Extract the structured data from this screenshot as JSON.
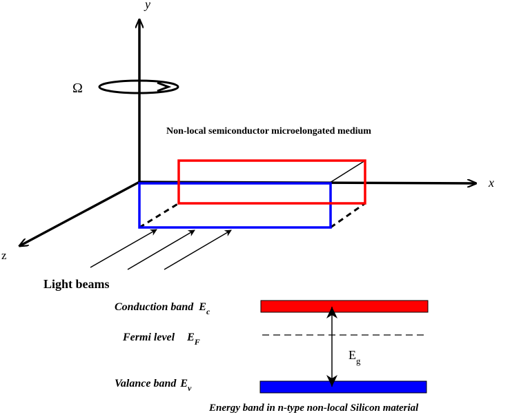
{
  "axes": {
    "y_label": "y",
    "x_label": "x",
    "z_label": "z",
    "rotation_symbol": "Ω"
  },
  "medium_label": "Non-local semiconductor microelongated medium",
  "light_label": "Light beams",
  "bands": {
    "conduction": {
      "label": "Conduction band",
      "symbol": "E",
      "subscript": "c",
      "color": "#ff0000"
    },
    "fermi": {
      "label": "Fermi level",
      "symbol": "E",
      "subscript": "F"
    },
    "valence": {
      "label": "Valance band",
      "symbol": "E",
      "subscript": "v",
      "color": "#0000ff"
    },
    "gap": {
      "symbol": "E",
      "subscript": "g"
    }
  },
  "caption": "Energy band in n-type non-local Silicon  material",
  "colors": {
    "red_box": "#ff0000",
    "blue_box": "#0000ff",
    "ink": "#000000"
  }
}
